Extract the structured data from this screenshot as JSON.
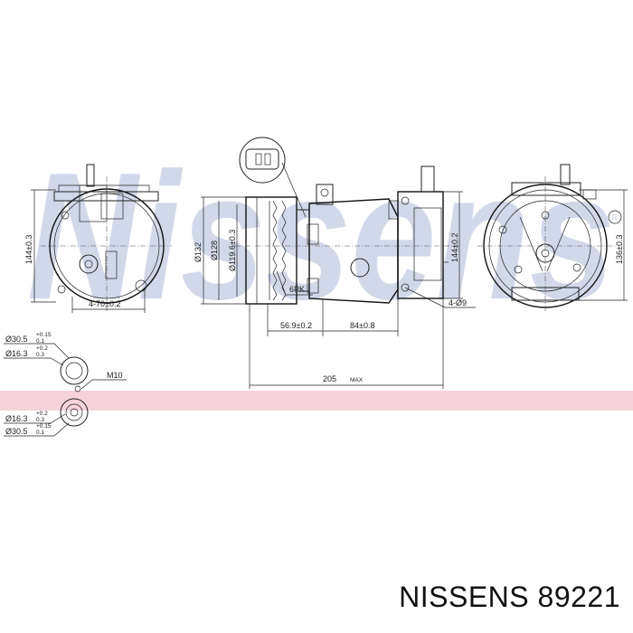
{
  "watermark": {
    "text": "Nissens",
    "color": "#c9d2e6"
  },
  "band_color": "#f6d3da",
  "caption": {
    "brand": "NISSENS",
    "part_number": "89221"
  },
  "dimensions": {
    "front_height": "144±0.3",
    "front_width": "4-70±0.2",
    "pulley_d1": "Ø132",
    "pulley_d2": "Ø128",
    "pulley_d3": "Ø119.6±0.3",
    "belt": "6PK",
    "depth_pulley": "56.9±0.2",
    "depth_body": "84±0.8",
    "overall_length": "205",
    "overall_length_suffix": "MAX",
    "rear_height": "144±0.2",
    "mount_holes": "4-Ø9",
    "rear_right_height": "136±0.3"
  },
  "ports": {
    "top_outer": "Ø30.5",
    "top_outer_tol_hi": "+0.15",
    "top_outer_tol_lo": "0.1",
    "top_inner": "Ø16.3",
    "top_inner_tol_hi": "+0.2",
    "top_inner_tol_lo": "0.3",
    "thread": "M10",
    "bottom_inner": "Ø16.3",
    "bottom_inner_tol_hi": "+0.2",
    "bottom_inner_tol_lo": "0.3",
    "bottom_outer": "Ø30.5",
    "bottom_outer_tol_hi": "+0.15",
    "bottom_outer_tol_lo": "0.1"
  },
  "icons": {
    "registered": "registered-mark-icon"
  }
}
